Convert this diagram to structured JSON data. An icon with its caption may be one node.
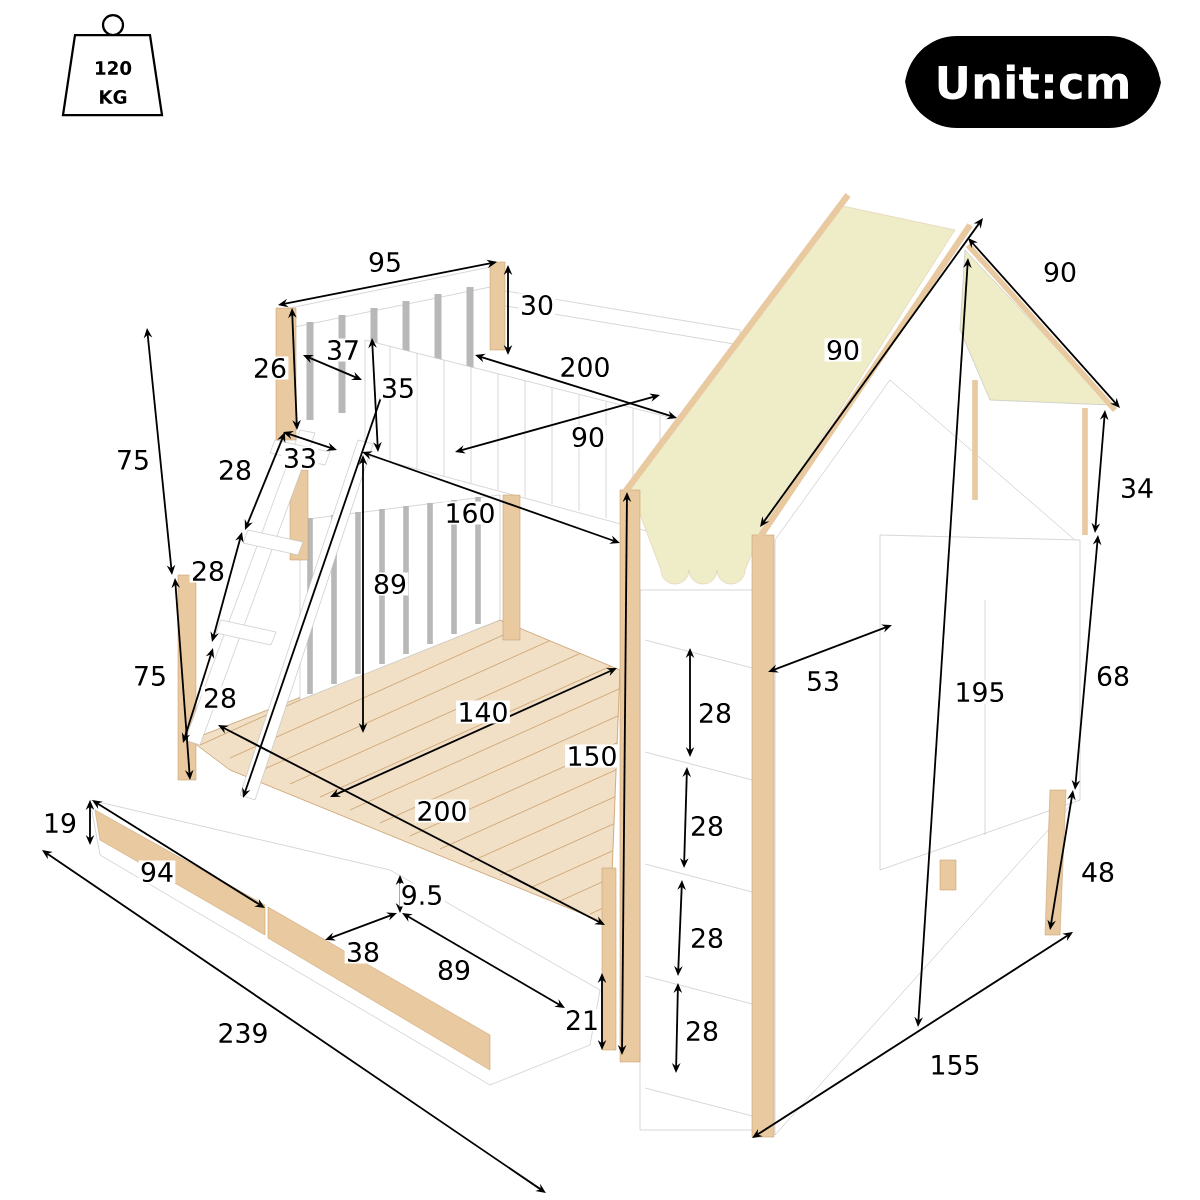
{
  "diagram": {
    "labels": [
      "120",
      "KG",
      "Unit:cm",
      "95",
      "90",
      "30",
      "90",
      "37",
      "26",
      "200",
      "35",
      "75",
      "28",
      "33",
      "90",
      "34",
      "160",
      "28",
      "89",
      "53",
      "68",
      "75",
      "28",
      "195",
      "28",
      "140",
      "150",
      "200",
      "19",
      "28",
      "94",
      "48",
      "9.5",
      "38",
      "28",
      "89",
      "21",
      "28",
      "239",
      "155"
    ]
  }
}
